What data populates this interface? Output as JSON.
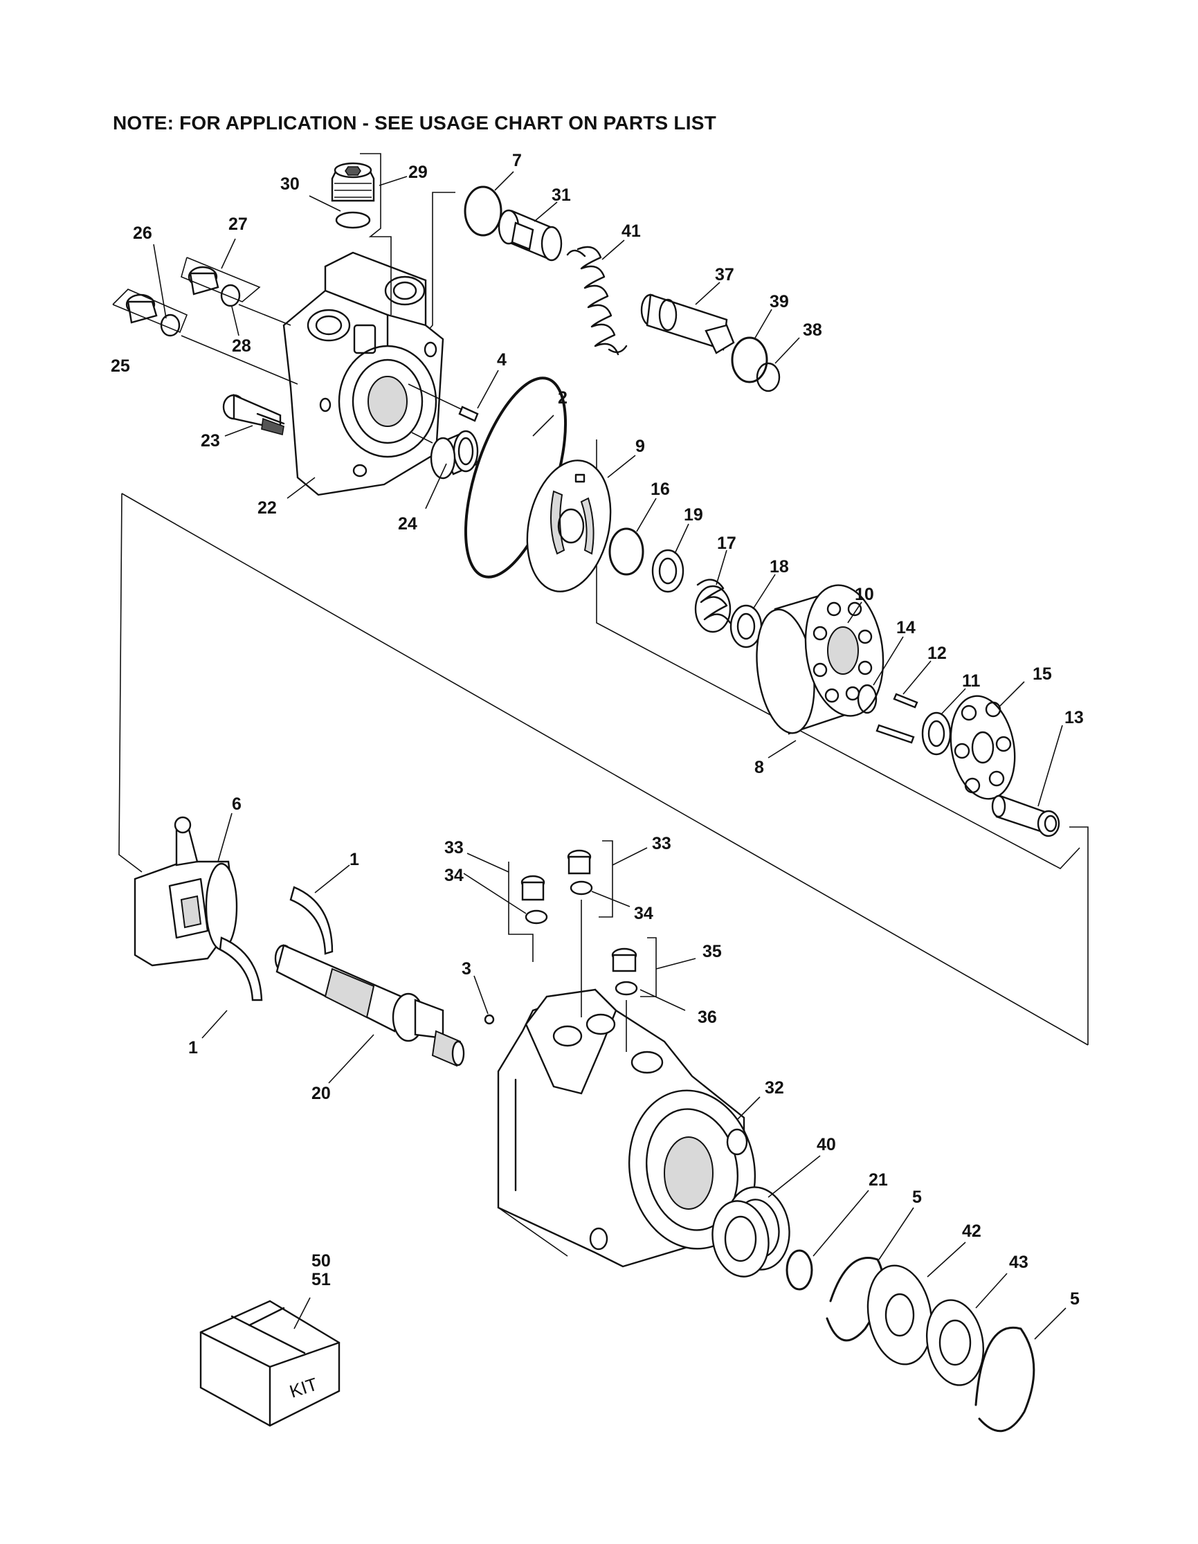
{
  "note": "NOTE:  FOR  APPLICATION - SEE USAGE CHART  ON PARTS LIST",
  "kit_label": "KIT",
  "callouts": {
    "c1a": "1",
    "c1b": "1",
    "c2": "2",
    "c3": "3",
    "c4": "4",
    "c5a": "5",
    "c5b": "5",
    "c6": "6",
    "c7": "7",
    "c8": "8",
    "c9": "9",
    "c10": "10",
    "c11": "11",
    "c12": "12",
    "c13": "13",
    "c14": "14",
    "c15": "15",
    "c16": "16",
    "c17": "17",
    "c18": "18",
    "c19": "19",
    "c20": "20",
    "c21": "21",
    "c22": "22",
    "c23": "23",
    "c24": "24",
    "c25": "25",
    "c26": "26",
    "c27": "27",
    "c28": "28",
    "c29": "29",
    "c30": "30",
    "c31": "31",
    "c32": "32",
    "c33a": "33",
    "c33b": "33",
    "c34a": "34",
    "c34b": "34",
    "c35": "35",
    "c36": "36",
    "c37": "37",
    "c38": "38",
    "c39": "39",
    "c40": "40",
    "c41": "41",
    "c42": "42",
    "c43": "43",
    "c50": "50",
    "c51": "51"
  }
}
